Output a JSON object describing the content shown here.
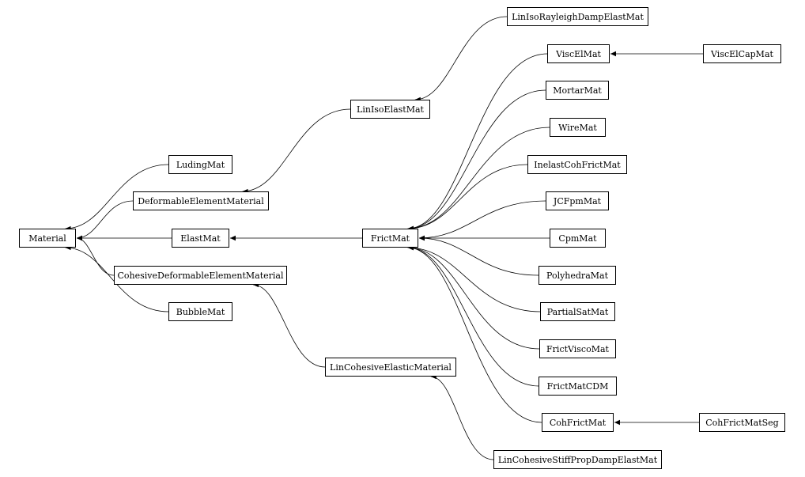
{
  "graph": {
    "nodes": [
      {
        "id": "material",
        "label": "Material"
      },
      {
        "id": "ludingmat",
        "label": "LudingMat"
      },
      {
        "id": "deformableelementmaterial",
        "label": "DeformableElementMaterial"
      },
      {
        "id": "elastmat",
        "label": "ElastMat"
      },
      {
        "id": "cohesivedeformableelementmaterial",
        "label": "CohesiveDeformableElementMaterial"
      },
      {
        "id": "bubblemat",
        "label": "BubbleMat"
      },
      {
        "id": "linisoelastmat",
        "label": "LinIsoElastMat"
      },
      {
        "id": "lincohesiveelasticmaterial",
        "label": "LinCohesiveElasticMaterial"
      },
      {
        "id": "frictmat",
        "label": "FrictMat"
      },
      {
        "id": "linisorayleighdampelastmat",
        "label": "LinIsoRayleighDampElastMat"
      },
      {
        "id": "viscelmat",
        "label": "ViscElMat"
      },
      {
        "id": "mortarmat",
        "label": "MortarMat"
      },
      {
        "id": "wiremat",
        "label": "WireMat"
      },
      {
        "id": "inelastcohfrictmat",
        "label": "InelastCohFrictMat"
      },
      {
        "id": "jcfpmmat",
        "label": "JCFpmMat"
      },
      {
        "id": "cpmmat",
        "label": "CpmMat"
      },
      {
        "id": "polyhedramat",
        "label": "PolyhedraMat"
      },
      {
        "id": "partialsatmat",
        "label": "PartialSatMat"
      },
      {
        "id": "frictviscomat",
        "label": "FrictViscoMat"
      },
      {
        "id": "frictmatcdm",
        "label": "FrictMatCDM"
      },
      {
        "id": "cohfrictmat",
        "label": "CohFrictMat"
      },
      {
        "id": "lincohesivestiffpropdampelastmat",
        "label": "LinCohesiveStiffPropDampElastMat"
      },
      {
        "id": "visccelcapmat",
        "label": "ViscElCapMat"
      },
      {
        "id": "cohfrictmatseg",
        "label": "CohFrictMatSeg"
      }
    ],
    "edges": [
      {
        "from": "ludingmat",
        "to": "material"
      },
      {
        "from": "deformableelementmaterial",
        "to": "material"
      },
      {
        "from": "elastmat",
        "to": "material"
      },
      {
        "from": "cohesivedeformableelementmaterial",
        "to": "material"
      },
      {
        "from": "bubblemat",
        "to": "material"
      },
      {
        "from": "linisoelastmat",
        "to": "deformableelementmaterial"
      },
      {
        "from": "lincohesiveelasticmaterial",
        "to": "cohesivedeformableelementmaterial"
      },
      {
        "from": "frictmat",
        "to": "elastmat"
      },
      {
        "from": "linisorayleighdampelastmat",
        "to": "linisoelastmat"
      },
      {
        "from": "lincohesivestiffpropdampelastmat",
        "to": "lincohesiveelasticmaterial"
      },
      {
        "from": "viscelmat",
        "to": "frictmat"
      },
      {
        "from": "mortarmat",
        "to": "frictmat"
      },
      {
        "from": "wiremat",
        "to": "frictmat"
      },
      {
        "from": "inelastcohfrictmat",
        "to": "frictmat"
      },
      {
        "from": "jcfpmmat",
        "to": "frictmat"
      },
      {
        "from": "cpmmat",
        "to": "frictmat"
      },
      {
        "from": "polyhedramat",
        "to": "frictmat"
      },
      {
        "from": "partialsatmat",
        "to": "frictmat"
      },
      {
        "from": "frictviscomat",
        "to": "frictmat"
      },
      {
        "from": "frictmatcdm",
        "to": "frictmat"
      },
      {
        "from": "cohfrictmat",
        "to": "frictmat"
      },
      {
        "from": "visccelcapmat",
        "to": "viscelmat"
      },
      {
        "from": "cohfrictmatseg",
        "to": "cohfrictmat"
      }
    ]
  },
  "colors": {
    "line": "#000000",
    "node_border": "#000000",
    "node_fill": "#ffffff",
    "text": "#000000"
  }
}
